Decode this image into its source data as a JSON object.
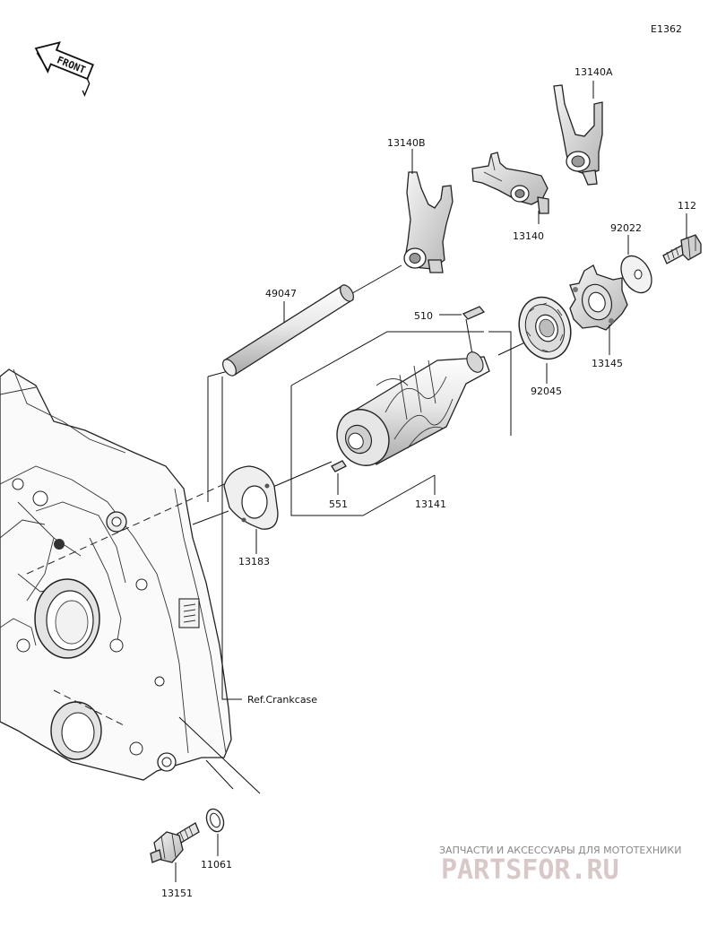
{
  "diagram_code": "E1362",
  "front_label": "FRONT",
  "colors": {
    "line": "#111111",
    "part_fill": "#ececec",
    "shade": "#9a9a9a",
    "watermark": "#d8c8c8"
  },
  "parts": {
    "fork_a": "13140A",
    "fork_b": "13140B",
    "fork": "13140",
    "bolt": "112",
    "washer": "92022",
    "rod": "49047",
    "key": "510",
    "bearing": "92045",
    "cam": "13145",
    "pin": "551",
    "drum": "13141",
    "plate": "13183",
    "switch": "13151",
    "gasket": "11061"
  },
  "reference": "Ref.Crankcase",
  "watermark": {
    "tagline": "ЗАПЧАСТИ И АКСЕССУАРЫ ДЛЯ МОТОТЕХНИКИ",
    "brand": "PARTSFOR.RU"
  }
}
